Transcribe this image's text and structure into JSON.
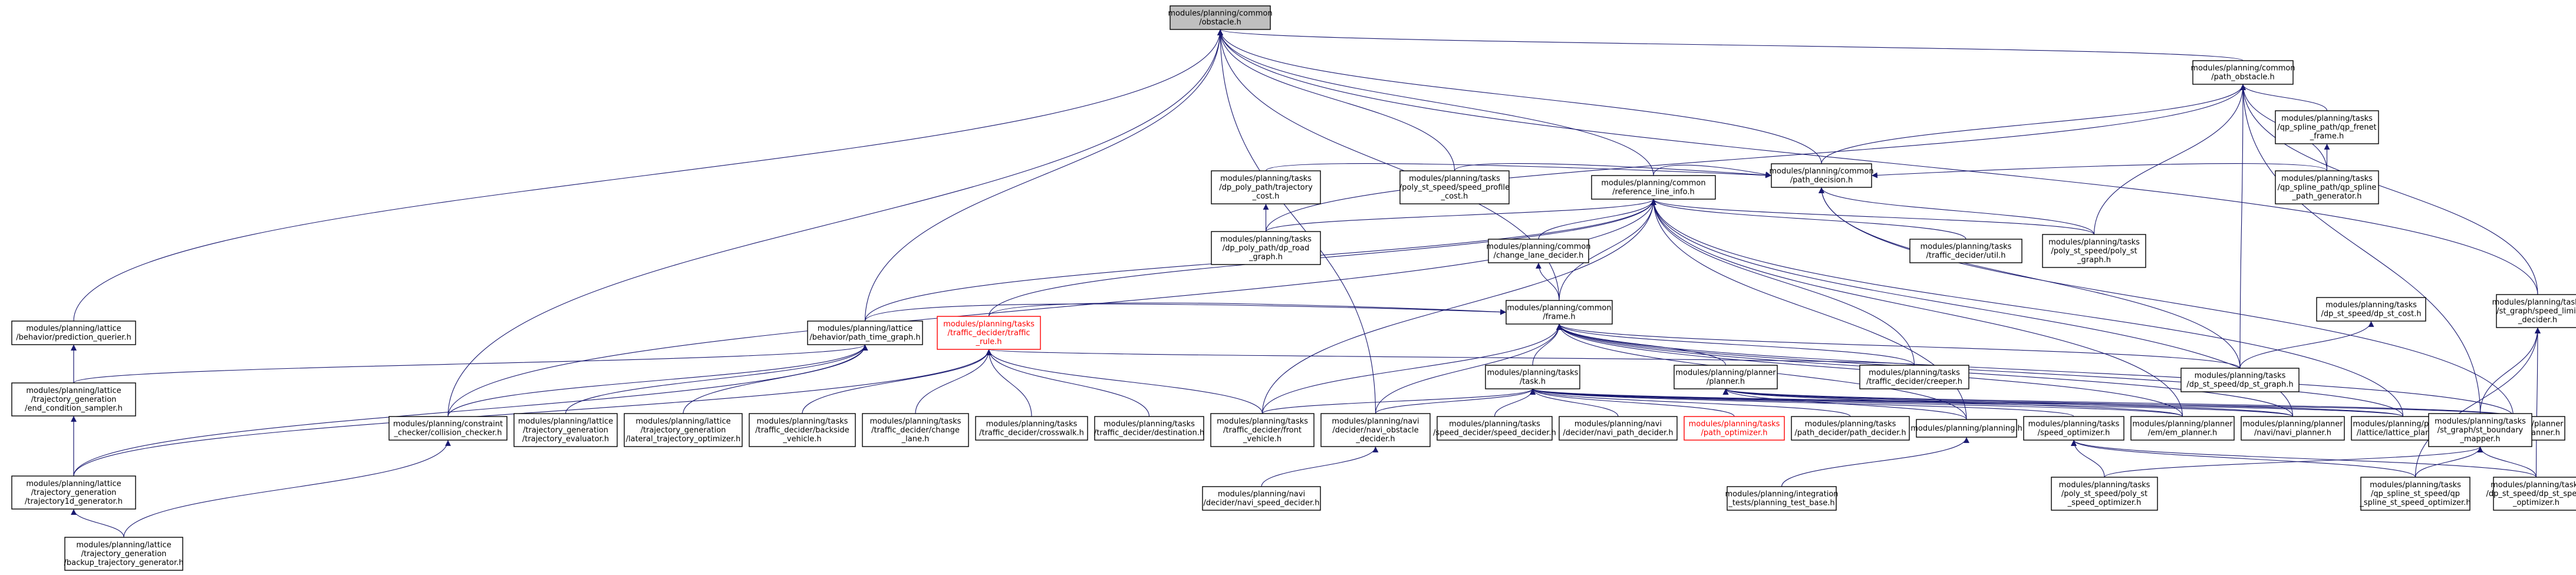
{
  "colors": {
    "edge": "#191970",
    "root_fill": "#bfbfbf",
    "highlight": "#ff0000"
  },
  "nodes": [
    {
      "id": "n0",
      "lines": [
        "modules/planning/common",
        "/obstacle.h"
      ],
      "style": "root"
    },
    {
      "id": "n1",
      "lines": [
        "modules/planning/common",
        "/path_obstacle.h"
      ]
    },
    {
      "id": "n2",
      "lines": [
        "modules/planning/common",
        "/path_decision.h"
      ]
    },
    {
      "id": "n3",
      "lines": [
        "modules/planning/tasks",
        "/qp_spline_path/qp_frenet",
        "_frame.h"
      ]
    },
    {
      "id": "n4",
      "lines": [
        "modules/planning/tasks",
        "/qp_spline_path/qp_spline",
        "_path_generator.h"
      ]
    },
    {
      "id": "n5",
      "lines": [
        "modules/planning/tasks",
        "/dp_poly_path/trajectory",
        "_cost.h"
      ]
    },
    {
      "id": "n6",
      "lines": [
        "modules/planning/tasks",
        "/poly_st_speed/speed_profile",
        "_cost.h"
      ]
    },
    {
      "id": "n7",
      "lines": [
        "modules/planning/common",
        "/reference_line_info.h"
      ]
    },
    {
      "id": "n8",
      "lines": [
        "modules/planning/tasks",
        "/dp_poly_path/dp_road",
        "_graph.h"
      ]
    },
    {
      "id": "n9",
      "lines": [
        "modules/planning/tasks",
        "/poly_st_speed/poly_st",
        "_graph.h"
      ]
    },
    {
      "id": "n10",
      "lines": [
        "modules/planning/tasks",
        "/traffic_decider/util.h"
      ]
    },
    {
      "id": "n11",
      "lines": [
        "modules/planning/common",
        "/change_lane_decider.h"
      ]
    },
    {
      "id": "n12",
      "lines": [
        "modules/planning/common",
        "/frame.h"
      ]
    },
    {
      "id": "n13",
      "lines": [
        "modules/planning/tasks",
        "/dp_st_speed/dp_st_cost.h"
      ]
    },
    {
      "id": "n14",
      "lines": [
        "modules/planning/tasks",
        "/st_graph/speed_limit",
        "_decider.h"
      ]
    },
    {
      "id": "n15",
      "lines": [
        "modules/planning/lattice",
        "/behavior/prediction_querier.h"
      ]
    },
    {
      "id": "n16",
      "lines": [
        "modules/planning/lattice",
        "/behavior/path_time_graph.h"
      ]
    },
    {
      "id": "n17",
      "lines": [
        "modules/planning/tasks",
        "/traffic_decider/traffic",
        "_rule.h"
      ],
      "style": "red"
    },
    {
      "id": "n18",
      "lines": [
        "modules/planning/tasks",
        "/task.h"
      ]
    },
    {
      "id": "n19",
      "lines": [
        "modules/planning/planner",
        "/planner.h"
      ]
    },
    {
      "id": "n20",
      "lines": [
        "modules/planning/tasks",
        "/traffic_decider/creeper.h"
      ]
    },
    {
      "id": "n21",
      "lines": [
        "modules/planning/tasks",
        "/dp_st_speed/dp_st_graph.h"
      ]
    },
    {
      "id": "n22",
      "lines": [
        "modules/planning/lattice",
        "/trajectory_generation",
        "/end_condition_sampler.h"
      ]
    },
    {
      "id": "n23",
      "lines": [
        "modules/planning/constraint",
        "_checker/collision_checker.h"
      ]
    },
    {
      "id": "n24",
      "lines": [
        "modules/planning/lattice",
        "/trajectory_generation",
        "/trajectory_evaluator.h"
      ]
    },
    {
      "id": "n25",
      "lines": [
        "modules/planning/lattice",
        "/trajectory_generation",
        "/lateral_trajectory_optimizer.h"
      ]
    },
    {
      "id": "n26",
      "lines": [
        "modules/planning/tasks",
        "/traffic_decider/backside",
        "_vehicle.h"
      ]
    },
    {
      "id": "n27",
      "lines": [
        "modules/planning/tasks",
        "/traffic_decider/change",
        "_lane.h"
      ]
    },
    {
      "id": "n28",
      "lines": [
        "modules/planning/tasks",
        "/traffic_decider/crosswalk.h"
      ]
    },
    {
      "id": "n29",
      "lines": [
        "modules/planning/tasks",
        "/traffic_decider/destination.h"
      ]
    },
    {
      "id": "n30",
      "lines": [
        "modules/planning/tasks",
        "/traffic_decider/front",
        "_vehicle.h"
      ]
    },
    {
      "id": "n31",
      "lines": [
        "modules/planning/navi",
        "/decider/navi_obstacle",
        "_decider.h"
      ]
    },
    {
      "id": "n32",
      "lines": [
        "modules/planning/tasks",
        "/speed_decider/speed_decider.h"
      ]
    },
    {
      "id": "n33",
      "lines": [
        "modules/planning/navi",
        "/decider/navi_path_decider.h"
      ]
    },
    {
      "id": "n34",
      "lines": [
        "modules/planning/tasks",
        "/path_optimizer.h"
      ],
      "style": "red"
    },
    {
      "id": "n35",
      "lines": [
        "modules/planning/tasks",
        "/path_decider/path_decider.h"
      ]
    },
    {
      "id": "n36",
      "lines": [
        "modules/planning/planning.h"
      ]
    },
    {
      "id": "n37",
      "lines": [
        "modules/planning/tasks",
        "/speed_optimizer.h"
      ]
    },
    {
      "id": "n38",
      "lines": [
        "modules/planning/planner",
        "/em/em_planner.h"
      ]
    },
    {
      "id": "n39",
      "lines": [
        "modules/planning/planner",
        "/navi/navi_planner.h"
      ]
    },
    {
      "id": "n40",
      "lines": [
        "modules/planning/planner",
        "/lattice/lattice_planner.h"
      ]
    },
    {
      "id": "n41",
      "lines": [
        "modules/planning/planner",
        "/rtk/rtk_replay_planner.h"
      ]
    },
    {
      "id": "n42",
      "lines": [
        "modules/planning/tasks",
        "/st_graph/st_boundary",
        "_mapper.h"
      ]
    },
    {
      "id": "n43",
      "lines": [
        "modules/planning/lattice",
        "/trajectory_generation",
        "/trajectory1d_generator.h"
      ]
    },
    {
      "id": "n44",
      "lines": [
        "modules/planning/navi",
        "/decider/navi_speed_decider.h"
      ]
    },
    {
      "id": "n45",
      "lines": [
        "modules/planning/integration",
        "_tests/planning_test_base.h"
      ]
    },
    {
      "id": "n46",
      "lines": [
        "modules/planning/tasks",
        "/poly_st_speed/poly_st",
        "_speed_optimizer.h"
      ]
    },
    {
      "id": "n47",
      "lines": [
        "modules/planning/tasks",
        "/qp_spline_st_speed/qp",
        "_spline_st_speed_optimizer.h"
      ]
    },
    {
      "id": "n48",
      "lines": [
        "modules/planning/tasks",
        "/dp_st_speed/dp_st_speed",
        "_optimizer.h"
      ]
    },
    {
      "id": "n49",
      "lines": [
        "modules/planning/lattice",
        "/trajectory_generation",
        "/backup_trajectory_generator.h"
      ]
    }
  ],
  "edges": [
    [
      "n1",
      "n0"
    ],
    [
      "n2",
      "n0"
    ],
    [
      "n6",
      "n0"
    ],
    [
      "n7",
      "n0"
    ],
    [
      "n12",
      "n0"
    ],
    [
      "n14",
      "n0"
    ],
    [
      "n15",
      "n0"
    ],
    [
      "n16",
      "n0"
    ],
    [
      "n23",
      "n0"
    ],
    [
      "n31",
      "n0"
    ],
    [
      "n2",
      "n1"
    ],
    [
      "n3",
      "n1"
    ],
    [
      "n4",
      "n1"
    ],
    [
      "n9",
      "n1"
    ],
    [
      "n14",
      "n1"
    ],
    [
      "n21",
      "n1"
    ],
    [
      "n42",
      "n1"
    ],
    [
      "n8",
      "n1"
    ],
    [
      "n5",
      "n2"
    ],
    [
      "n6",
      "n2"
    ],
    [
      "n7",
      "n2"
    ],
    [
      "n9",
      "n2"
    ],
    [
      "n4",
      "n2"
    ],
    [
      "n21",
      "n2"
    ],
    [
      "n41",
      "n2"
    ],
    [
      "n4",
      "n3"
    ],
    [
      "n8",
      "n5"
    ],
    [
      "n8",
      "n7"
    ],
    [
      "n9",
      "n7"
    ],
    [
      "n10",
      "n7"
    ],
    [
      "n11",
      "n7"
    ],
    [
      "n12",
      "n7"
    ],
    [
      "n16",
      "n7"
    ],
    [
      "n17",
      "n7"
    ],
    [
      "n20",
      "n7"
    ],
    [
      "n30",
      "n7"
    ],
    [
      "n36",
      "n7"
    ],
    [
      "n38",
      "n7"
    ],
    [
      "n39",
      "n7"
    ],
    [
      "n40",
      "n7"
    ],
    [
      "n23",
      "n7"
    ],
    [
      "n12",
      "n11"
    ],
    [
      "n16",
      "n12"
    ],
    [
      "n17",
      "n12"
    ],
    [
      "n18",
      "n12"
    ],
    [
      "n19",
      "n12"
    ],
    [
      "n20",
      "n12"
    ],
    [
      "n21",
      "n12"
    ],
    [
      "n31",
      "n12"
    ],
    [
      "n30",
      "n12"
    ],
    [
      "n36",
      "n12"
    ],
    [
      "n38",
      "n12"
    ],
    [
      "n39",
      "n12"
    ],
    [
      "n40",
      "n12"
    ],
    [
      "n41",
      "n12"
    ],
    [
      "n21",
      "n13"
    ],
    [
      "n42",
      "n14"
    ],
    [
      "n47",
      "n14"
    ],
    [
      "n48",
      "n14"
    ],
    [
      "n22",
      "n15"
    ],
    [
      "n43",
      "n15"
    ],
    [
      "n22",
      "n16"
    ],
    [
      "n23",
      "n16"
    ],
    [
      "n24",
      "n16"
    ],
    [
      "n25",
      "n16"
    ],
    [
      "n43",
      "n16"
    ],
    [
      "n26",
      "n17"
    ],
    [
      "n27",
      "n17"
    ],
    [
      "n28",
      "n17"
    ],
    [
      "n29",
      "n17"
    ],
    [
      "n30",
      "n17"
    ],
    [
      "n20",
      "n17"
    ],
    [
      "n43",
      "n17"
    ],
    [
      "n31",
      "n18"
    ],
    [
      "n32",
      "n18"
    ],
    [
      "n33",
      "n18"
    ],
    [
      "n34",
      "n18"
    ],
    [
      "n35",
      "n18"
    ],
    [
      "n37",
      "n18"
    ],
    [
      "n38",
      "n18"
    ],
    [
      "n39",
      "n18"
    ],
    [
      "n40",
      "n18"
    ],
    [
      "n41",
      "n18"
    ],
    [
      "n30",
      "n18"
    ],
    [
      "n36",
      "n19"
    ],
    [
      "n38",
      "n19"
    ],
    [
      "n39",
      "n19"
    ],
    [
      "n40",
      "n19"
    ],
    [
      "n41",
      "n19"
    ],
    [
      "n43",
      "n22"
    ],
    [
      "n49",
      "n23"
    ],
    [
      "n49",
      "n43"
    ],
    [
      "n44",
      "n31"
    ],
    [
      "n45",
      "n36"
    ],
    [
      "n46",
      "n37"
    ],
    [
      "n47",
      "n37"
    ],
    [
      "n48",
      "n37"
    ],
    [
      "n46",
      "n42"
    ],
    [
      "n47",
      "n42"
    ],
    [
      "n48",
      "n42"
    ]
  ]
}
